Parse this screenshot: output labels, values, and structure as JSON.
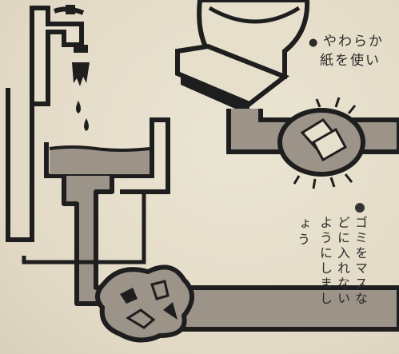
{
  "captions": {
    "top": {
      "bullet": "●",
      "line1": "やわらか",
      "line2": "紙を使い"
    },
    "bottom": {
      "bullet": "●",
      "lines": [
        "ゴミをマスな",
        "どに入れない",
        "ようにしまし",
        "ょう"
      ]
    }
  },
  "colors": {
    "ink": "#1e1e1e",
    "pipe_fill": "#9c9389",
    "paper": "#e6dfcc"
  }
}
